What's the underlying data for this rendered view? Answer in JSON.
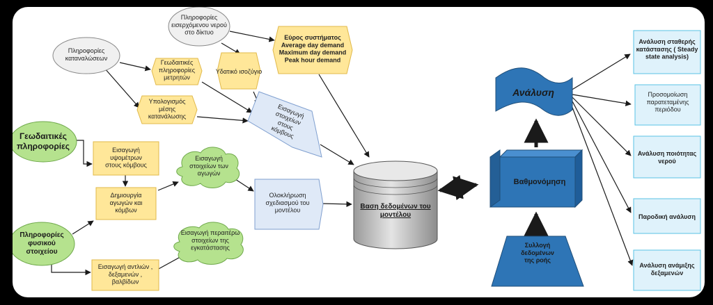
{
  "nodes": {
    "incoming_water": [
      "Πληροφορίες",
      "εισερχόμενου νερού",
      "στο δίκτυο"
    ],
    "consumption_info": [
      "Πληροφορίες",
      "καταναλώσεων"
    ],
    "geodetic_meters": [
      "Γεωδαιτικές",
      "πληροφορίες",
      "μετρητών"
    ],
    "water_balance": [
      "Υδατικό ισοζύγιο"
    ],
    "demand_range": [
      "Εύρος συστήματος",
      "Average day demand",
      "Maximum day demand",
      "Peak hour demand"
    ],
    "avg_consumption": [
      "Υπολογισμός",
      "μέσης",
      "κατανάλωσης"
    ],
    "node_data_entry": [
      "Εισαγωγή",
      "στοιχείων",
      "στους",
      "κόμβους"
    ],
    "geodetic_info": [
      "Γεωδαιτικές",
      "πληροφορίες"
    ],
    "altitude_entry": [
      "Εισαγωγή",
      "υψομέτρων",
      "στους κόμβους"
    ],
    "pipe_data_entry": [
      "Εισαγωγή",
      "στοιχείων των",
      "αγωγών"
    ],
    "create_pipes": [
      "Δημιουργία",
      "αγωγών και",
      "κόμβων"
    ],
    "complete_design": [
      "Ολοκλήρωση",
      "σχεδιασμού του",
      "μοντέλου"
    ],
    "physical_info": [
      "Πληροφορίες",
      "φυσικού",
      "στοιχείου"
    ],
    "facility_data": [
      "Εισαγωγή περαιτέρω",
      "στοιχείων της",
      "εγκατάστασης"
    ],
    "pumps_entry": [
      "Εισαγωγή αντλιών ,",
      "δεξαμενών ,",
      "βαλβίδων"
    ],
    "database": [
      "Βαση δεδομένων του",
      "μοντέλου"
    ],
    "analysis": "Ανάλυση",
    "calibration": "Βαθμονόμηση",
    "flow_collection": [
      "Συλλογή",
      "δεδομένων",
      "της ροής"
    ],
    "out_steady": [
      "Ανάλυση σταθερής",
      "κατάστασης ( Steady",
      "state analysis)"
    ],
    "out_extended": [
      "Προσομοίωση",
      "παρατεταμένης",
      "περιόδου"
    ],
    "out_quality": [
      "Ανάλυση ποιότητας",
      "νερού"
    ],
    "out_transient": [
      "Παροδική ανάλυση"
    ],
    "out_mixing": [
      "Ανάλυση ανάμιξης",
      "δεξαμενών"
    ]
  },
  "colors": {
    "ellipse_fill": "#f0f0f0",
    "yellow_fill": "#ffe799",
    "green_fill": "#b5e28e",
    "light_blue_fill": "#dfe9f7",
    "blue_dark": "#2e75b6",
    "blue_light": "#dff2fb",
    "cyan_border": "#59c3e6",
    "arrow": "#1a1a1a"
  }
}
